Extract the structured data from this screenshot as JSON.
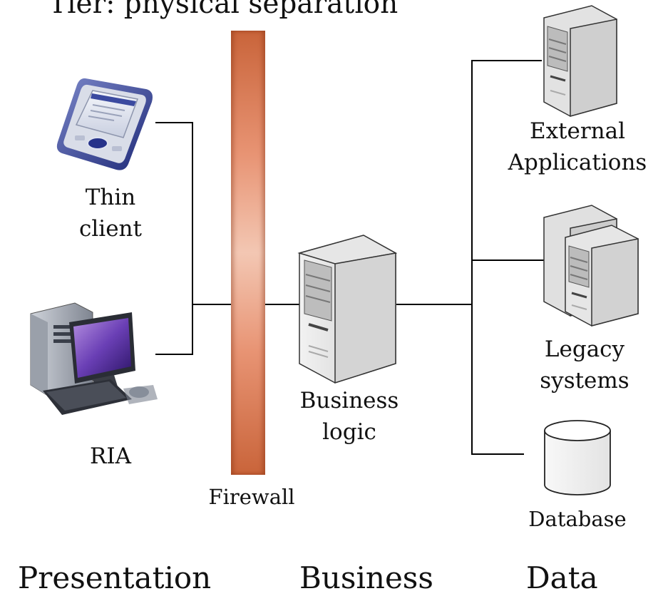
{
  "title": "Tier: physical separation",
  "nodes": {
    "thin_client": "Thin\nclient",
    "ria": "RIA",
    "firewall": "Firewall",
    "business_logic": "Business\nlogic",
    "external_apps": "External\nApplications",
    "legacy": "Legacy\nsystems",
    "database": "Database"
  },
  "tiers": {
    "presentation": "Presentation",
    "business": "Business",
    "data": "Data"
  }
}
